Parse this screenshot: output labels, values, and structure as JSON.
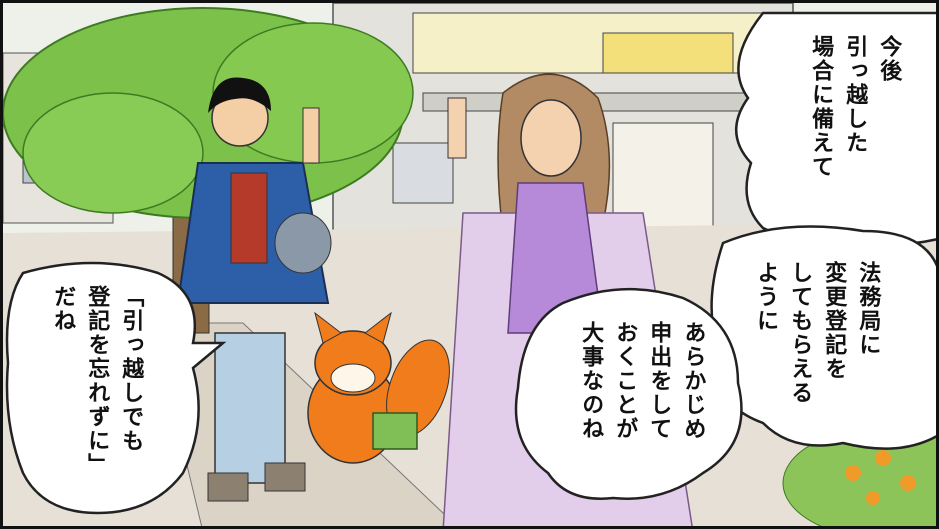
{
  "speech": {
    "woman_top": "今後\n引っ越した\n場合に備えて",
    "woman_mid": "法務局に\n変更登記を\nしてもらえる\nように",
    "woman_bottom": "あらかじめ\n申出をして\nおくことが\n大事なのね",
    "man_left": "「引っ越しでも\n登記を忘れずに」\nだね"
  },
  "colors": {
    "tree": "#7cc24a",
    "sky": "#e9efe6",
    "jacket": "#2c5fa8",
    "sweater": "#b68ad9",
    "coat": "#e2cdea",
    "fox": "#f07c1c",
    "bag": "#7fbf55"
  }
}
